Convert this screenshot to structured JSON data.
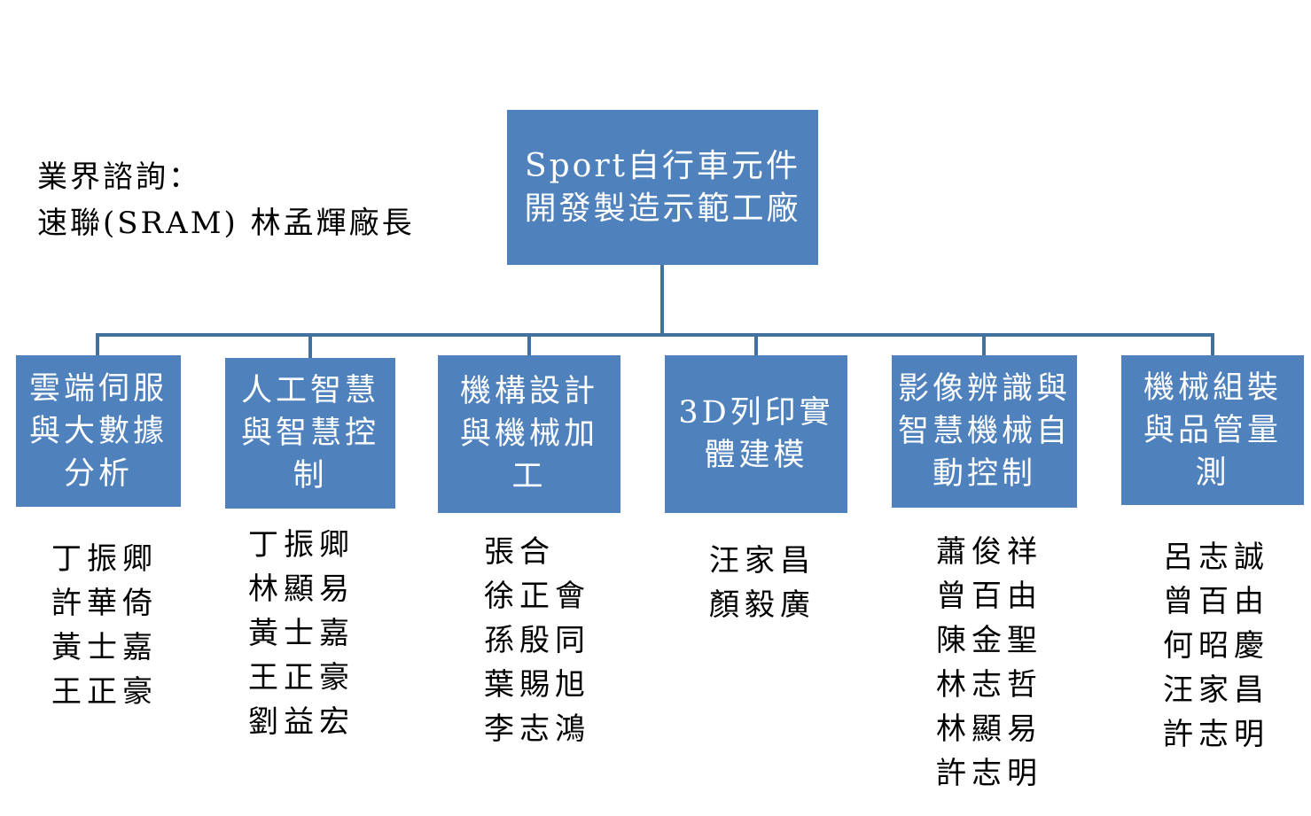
{
  "consultant": {
    "label": "業界諮詢：",
    "name": "速聯(SRAM) 林孟輝廠長"
  },
  "root": {
    "lines": [
      "Sport自行車元件",
      "開發製造示範工廠"
    ]
  },
  "colors": {
    "box": "#4f81bd",
    "connector": "#41719c"
  },
  "groups": [
    {
      "title": [
        "雲端伺服",
        "與大數據",
        "分析"
      ],
      "members": [
        "丁振卿",
        "許華倚",
        "黃士嘉",
        "王正豪"
      ]
    },
    {
      "title": [
        "人工智慧",
        "與智慧控",
        "制"
      ],
      "members": [
        "丁振卿",
        "林顯易",
        "黃士嘉",
        "王正豪",
        "劉益宏"
      ]
    },
    {
      "title": [
        "機構設計",
        "與機械加",
        "工"
      ],
      "members": [
        "張合",
        "徐正會",
        "孫殷同",
        "葉賜旭",
        "李志鴻"
      ]
    },
    {
      "title": [
        "3D列印實",
        "體建模"
      ],
      "members": [
        "汪家昌",
        "顏毅廣"
      ]
    },
    {
      "title": [
        "影像辨識與",
        "智慧機械自",
        "動控制"
      ],
      "members": [
        "蕭俊祥",
        "曾百由",
        "陳金聖",
        "林志哲",
        "林顯易",
        "許志明"
      ]
    },
    {
      "title": [
        "機械組裝",
        "與品管量",
        "測"
      ],
      "members": [
        "呂志誠",
        "曾百由",
        "何昭慶",
        "汪家昌",
        "許志明"
      ]
    }
  ]
}
